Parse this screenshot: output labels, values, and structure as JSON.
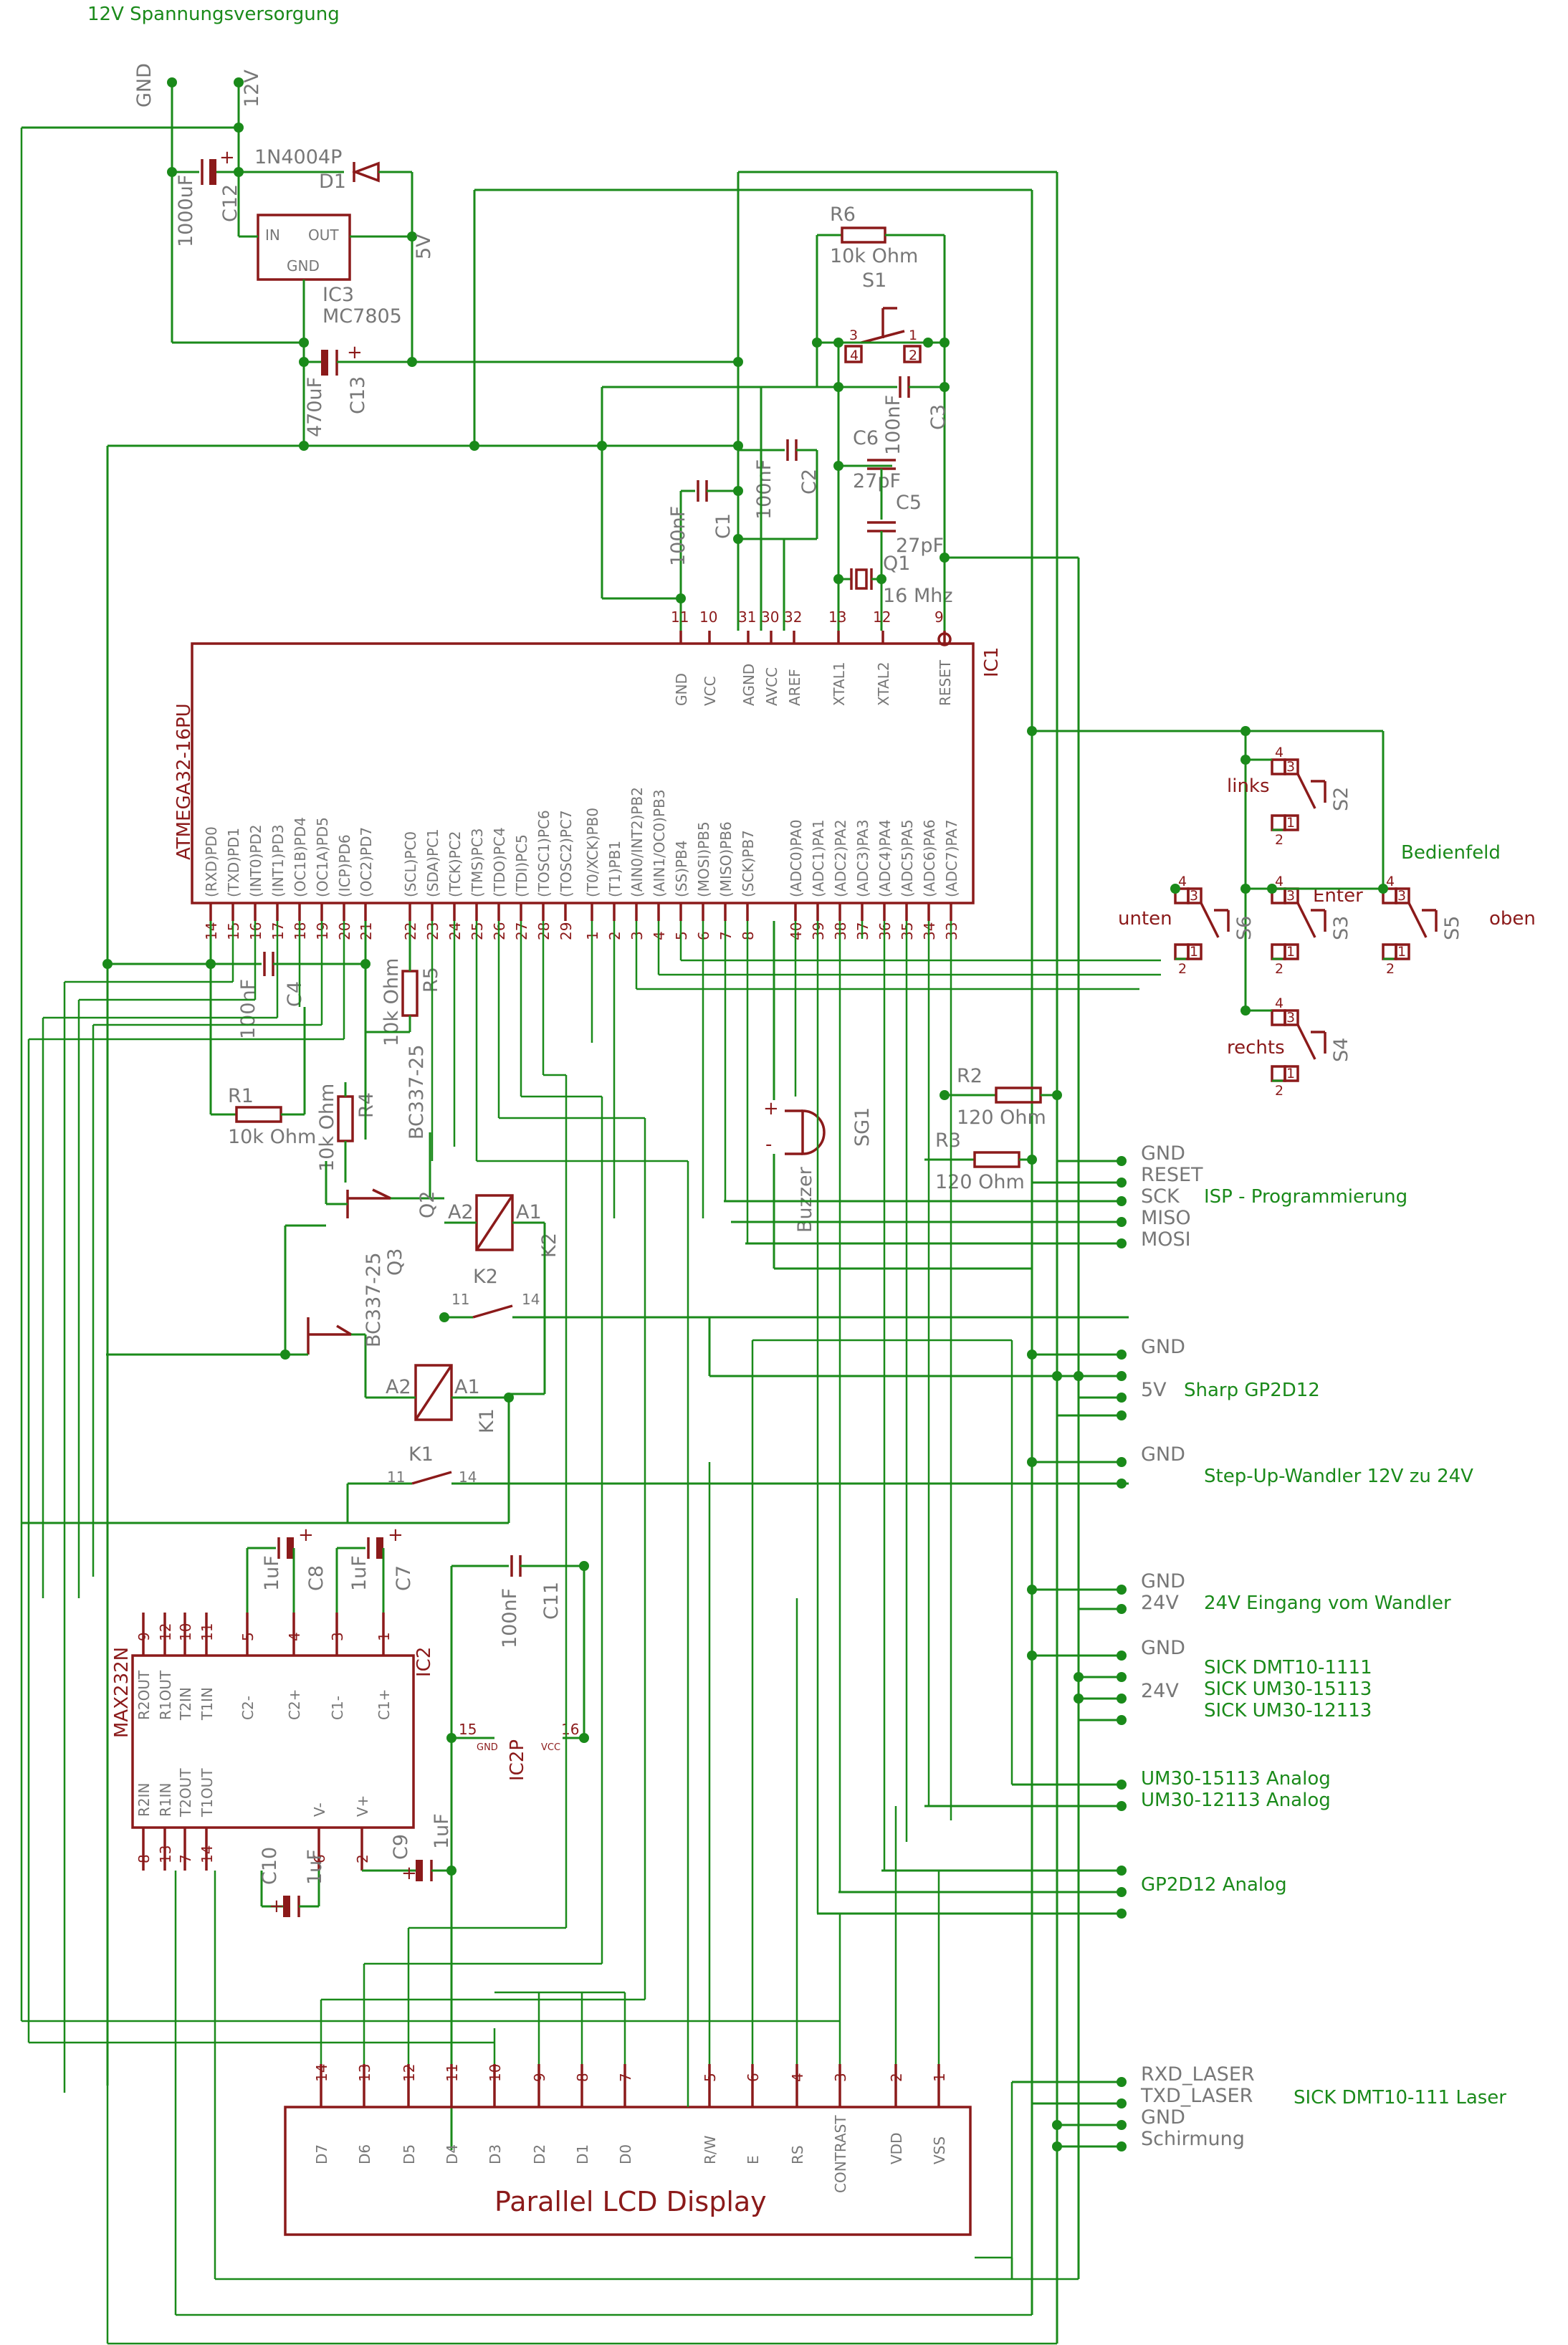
{
  "title": "12V Spannungsversorgung",
  "rails": {
    "gnd": "GND",
    "v12": "12V",
    "v5": "5V"
  },
  "mcu": {
    "name": "ATMEGA32-16PU",
    "ref": "IC1",
    "top_pins": [
      {
        "num": "11",
        "label": "GND"
      },
      {
        "num": "10",
        "label": "VCC"
      },
      {
        "num": "31",
        "label": "AGND"
      },
      {
        "num": "30",
        "label": "AVCC"
      },
      {
        "num": "32",
        "label": "AREF"
      },
      {
        "num": "13",
        "label": "XTAL1"
      },
      {
        "num": "12",
        "label": "XTAL2"
      },
      {
        "num": "9",
        "label": "RESET"
      }
    ],
    "bottom_pins": [
      {
        "num": "14",
        "label": "(RXD)PD0"
      },
      {
        "num": "15",
        "label": "(TXD)PD1"
      },
      {
        "num": "16",
        "label": "(INT0)PD2"
      },
      {
        "num": "17",
        "label": "(INT1)PD3"
      },
      {
        "num": "18",
        "label": "(OC1B)PD4"
      },
      {
        "num": "19",
        "label": "(OC1A)PD5"
      },
      {
        "num": "20",
        "label": "(ICP)PD6"
      },
      {
        "num": "21",
        "label": "(OC2)PD7"
      },
      {
        "num": "22",
        "label": "(SCL)PC0"
      },
      {
        "num": "23",
        "label": "(SDA)PC1"
      },
      {
        "num": "24",
        "label": "(TCK)PC2"
      },
      {
        "num": "25",
        "label": "(TMS)PC3"
      },
      {
        "num": "26",
        "label": "(TDO)PC4"
      },
      {
        "num": "27",
        "label": "(TDI)PC5"
      },
      {
        "num": "28",
        "label": "(TOSC1)PC6"
      },
      {
        "num": "29",
        "label": "(TOSC2)PC7"
      },
      {
        "num": "1",
        "label": "(T0/XCK)PB0"
      },
      {
        "num": "2",
        "label": "(T1)PB1"
      },
      {
        "num": "3",
        "label": "(AIN0/INT2)PB2"
      },
      {
        "num": "4",
        "label": "(AIN1/OC0)PB3"
      },
      {
        "num": "5",
        "label": "(SS)PB4"
      },
      {
        "num": "6",
        "label": "(MOSI)PB5"
      },
      {
        "num": "7",
        "label": "(MISO)PB6"
      },
      {
        "num": "8",
        "label": "(SCK)PB7"
      },
      {
        "num": "40",
        "label": "(ADC0)PA0"
      },
      {
        "num": "39",
        "label": "(ADC1)PA1"
      },
      {
        "num": "38",
        "label": "(ADC2)PA2"
      },
      {
        "num": "37",
        "label": "(ADC3)PA3"
      },
      {
        "num": "36",
        "label": "(ADC4)PA4"
      },
      {
        "num": "35",
        "label": "(ADC5)PA5"
      },
      {
        "num": "34",
        "label": "(ADC6)PA6"
      },
      {
        "num": "33",
        "label": "(ADC7)PA7"
      }
    ]
  },
  "regulator": {
    "name": "MC7805",
    "ref": "IC3",
    "in": "IN",
    "out": "OUT",
    "gnd": "GND"
  },
  "components": {
    "d1": {
      "ref": "D1",
      "value": "1N4004P"
    },
    "c12": {
      "ref": "C12",
      "value": "1000uF"
    },
    "c13": {
      "ref": "C13",
      "value": "470uF"
    },
    "r6": {
      "ref": "R6",
      "value": "10k Ohm"
    },
    "s1": {
      "ref": "S1"
    },
    "c1": {
      "ref": "C1",
      "value": "100nF"
    },
    "c2": {
      "ref": "C2",
      "value": "100nF"
    },
    "c3": {
      "ref": "C3",
      "value": "100nF"
    },
    "c5": {
      "ref": "C5",
      "value": "27pF"
    },
    "c6": {
      "ref": "C6",
      "value": "27pF"
    },
    "q1": {
      "ref": "Q1",
      "value": "16 Mhz"
    },
    "c4": {
      "ref": "C4",
      "value": "100nF"
    },
    "r1": {
      "ref": "R1",
      "value": "10k Ohm"
    },
    "r4": {
      "ref": "R4",
      "value": "10k Ohm"
    },
    "r5": {
      "ref": "R5",
      "value": "10k Ohm"
    },
    "q2": {
      "ref": "Q2",
      "value": "BC337-25"
    },
    "q3": {
      "ref": "Q3",
      "value": "BC337-25"
    },
    "k1": {
      "ref": "K1",
      "a1": "A1",
      "a2": "A2",
      "p11": "11",
      "p14": "14"
    },
    "k2": {
      "ref": "K2",
      "a1": "A1",
      "a2": "A2",
      "p11": "11",
      "p14": "14"
    },
    "r2": {
      "ref": "R2",
      "value": "120 Ohm"
    },
    "r3": {
      "ref": "R3",
      "value": "120 Ohm"
    },
    "sg1": {
      "ref": "SG1",
      "value": "Buzzer"
    },
    "c7": {
      "ref": "C7",
      "value": "1uF"
    },
    "c8": {
      "ref": "C8",
      "value": "1uF"
    },
    "c9": {
      "ref": "C9",
      "value": "1uF"
    },
    "c10": {
      "ref": "C10",
      "value": "1uF"
    },
    "c11": {
      "ref": "C11",
      "value": "100nF"
    }
  },
  "switches": {
    "group": "Bedienfeld",
    "s2": {
      "ref": "S2",
      "label": "links"
    },
    "s3": {
      "ref": "S3",
      "label": "Enter"
    },
    "s4": {
      "ref": "S4",
      "label": "rechts"
    },
    "s5": {
      "ref": "S5",
      "label": "oben"
    },
    "s6": {
      "ref": "S6",
      "label": "unten"
    }
  },
  "max232": {
    "name": "MAX232N",
    "ref": "IC2",
    "pref": "IC2P",
    "top_pins": [
      {
        "num": "9",
        "label": "R2OUT"
      },
      {
        "num": "12",
        "label": "R1OUT"
      },
      {
        "num": "10",
        "label": "T2IN"
      },
      {
        "num": "11",
        "label": "T1IN"
      },
      {
        "num": "5",
        "label": "C2-"
      },
      {
        "num": "4",
        "label": "C2+"
      },
      {
        "num": "3",
        "label": "C1-"
      },
      {
        "num": "1",
        "label": "C1+"
      }
    ],
    "bottom_pins": [
      {
        "num": "8",
        "label": "R2IN"
      },
      {
        "num": "13",
        "label": "R1IN"
      },
      {
        "num": "7",
        "label": "T2OUT"
      },
      {
        "num": "14",
        "label": "T1OUT"
      },
      {
        "num": "6",
        "label": "V-"
      },
      {
        "num": "2",
        "label": "V+"
      }
    ],
    "p15": "15",
    "p16": "16",
    "gnd": "GND",
    "vcc": "VCC"
  },
  "lcd": {
    "title": "Parallel LCD Display",
    "pins": [
      {
        "num": "14",
        "label": "D7"
      },
      {
        "num": "13",
        "label": "D6"
      },
      {
        "num": "12",
        "label": "D5"
      },
      {
        "num": "11",
        "label": "D4"
      },
      {
        "num": "10",
        "label": "D3"
      },
      {
        "num": "9",
        "label": "D2"
      },
      {
        "num": "8",
        "label": "D1"
      },
      {
        "num": "7",
        "label": "D0"
      },
      {
        "num": "5",
        "label": "R/W"
      },
      {
        "num": "6",
        "label": "E"
      },
      {
        "num": "4",
        "label": "RS"
      },
      {
        "num": "3",
        "label": "CONTRAST"
      },
      {
        "num": "2",
        "label": "VDD"
      },
      {
        "num": "1",
        "label": "VSS"
      }
    ]
  },
  "connectors": {
    "isp": {
      "title": "ISP - Programmierung",
      "pins": [
        "GND",
        "RESET",
        "SCK",
        "MISO",
        "MOSI"
      ]
    },
    "sharp": {
      "title": "Sharp GP2D12",
      "pins": [
        "GND",
        "5V"
      ]
    },
    "stepup": {
      "title": "Step-Up-Wandler 12V zu 24V",
      "pins": [
        "GND"
      ]
    },
    "in24": {
      "title": "24V Eingang vom Wandler",
      "pins": [
        "GND",
        "24V"
      ]
    },
    "sick": {
      "titles": [
        "SICK DMT10-1111",
        "SICK UM30-15113",
        "SICK UM30-12113"
      ],
      "pins": [
        "GND",
        "24V"
      ]
    },
    "analog": [
      "UM30-15113 Analog",
      "UM30-12113 Analog",
      "GP2D12 Analog"
    ],
    "laser": {
      "title": "SICK DMT10-111 Laser",
      "pins": [
        "RXD_LASER",
        "TXD_LASER",
        "GND",
        "Schirmung"
      ]
    }
  }
}
